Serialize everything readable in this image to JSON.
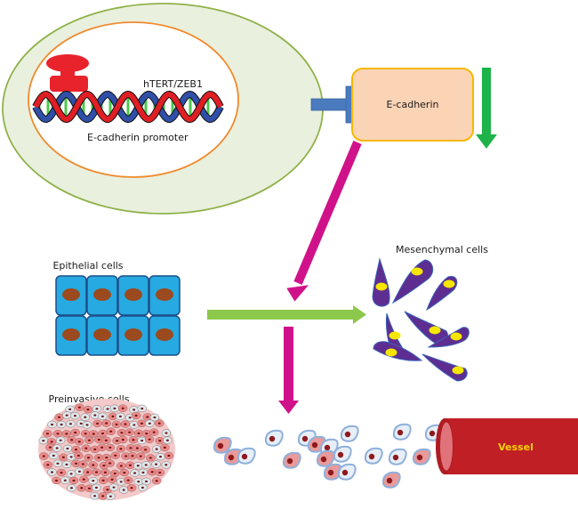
{
  "labels": {
    "transcription_factor": "hTERT/ZEB1",
    "promoter": "E-cadherin promoter",
    "protein": "E-cadherin",
    "epithelial": "Epithelial cells",
    "mesenchymal": "Mesenchymal cells",
    "preinvasive": "Preinvasive cells",
    "vessel": "Vessel"
  },
  "colors": {
    "cell_fill": "#eaf0de",
    "cell_border": "#8fb24a",
    "nucleus_border": "#ef8a2e",
    "repressor": "#e8232b",
    "dna_blue": "#2f4fa8",
    "dna_red": "#e01f25",
    "dna_rungs": "#4cc94c",
    "inhibit_bar": "#4a7bbf",
    "ecadherin_fill": "#fbd3b5",
    "ecadherin_border": "#f5b800",
    "down_arrow": "#1db34a",
    "magenta_arrow": "#d0128a",
    "emt_arrow": "#8cc84b",
    "epithelial_fill": "#27a9e1",
    "epithelial_border": "#1d4f8a",
    "epithelial_nucleus": "#9a4a1e",
    "mesenchymal_fill": "#5e2d91",
    "mesenchymal_nucleus": "#f5e600",
    "vessel_fill": "#c01f26",
    "vessel_text": "#f5d300"
  },
  "epithelial_grid": {
    "rows": 2,
    "cols": 4
  }
}
